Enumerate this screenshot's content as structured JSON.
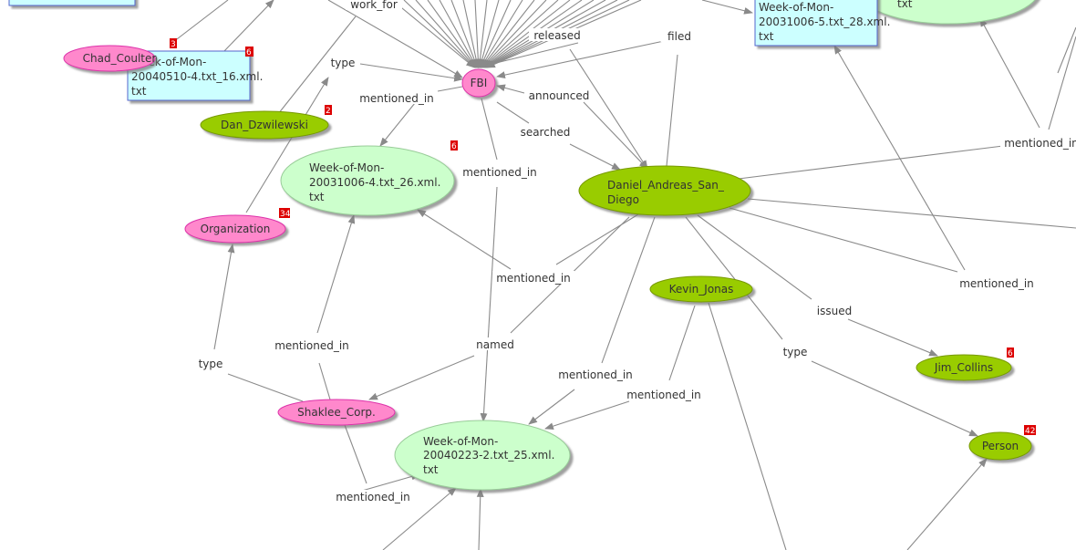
{
  "colors": {
    "person_node": "#99cc00",
    "org_node": "#ff88cc",
    "doc_ellipse": "#ccffcc",
    "doc_box": "#ccffff",
    "badge": "#dd0000",
    "edge": "#8a8a8a"
  },
  "nodes": {
    "chad": {
      "label": "Chad_Coulter",
      "badge": "3"
    },
    "doc16": {
      "line1": "Week-of-Mon-",
      "line2": "20040510-4.txt_16.xml.",
      "line3": "txt",
      "badge": "6"
    },
    "dan": {
      "label": "Dan_Dzwilewski",
      "badge": "2"
    },
    "fbi": {
      "label": "FBI"
    },
    "doc26": {
      "line1": "Week-of-Mon-",
      "line2": "20031006-4.txt_26.xml.",
      "line3": "txt",
      "badge": "6"
    },
    "org": {
      "label": "Organization",
      "badge": "34"
    },
    "daniel": {
      "line1": "Daniel_Andreas_San_",
      "line2": "Diego"
    },
    "doc28": {
      "line1": "Week-of-Mon-",
      "line2": "20031006-5.txt_28.xml.",
      "line3": "txt"
    },
    "topright": {
      "line3": "txt"
    },
    "kevin": {
      "label": "Kevin_Jonas"
    },
    "jim": {
      "label": "Jim_Collins",
      "badge": "6"
    },
    "person": {
      "label": "Person",
      "badge": "42"
    },
    "shaklee": {
      "label": "Shaklee_Corp."
    },
    "doc25": {
      "line1": "Week-of-Mon-",
      "line2": "20040223-2.txt_25.xml.",
      "line3": "txt"
    }
  },
  "edge_labels": [
    "work_for",
    "type",
    "mentioned_in",
    "released",
    "filed",
    "announced",
    "searched",
    "mentioned_in",
    "mentioned_in",
    "mentioned_in",
    "mentioned_in",
    "issued",
    "type",
    "named",
    "mentioned_in",
    "type",
    "mentioned_in",
    "mentioned_in",
    "mentioned_in"
  ]
}
